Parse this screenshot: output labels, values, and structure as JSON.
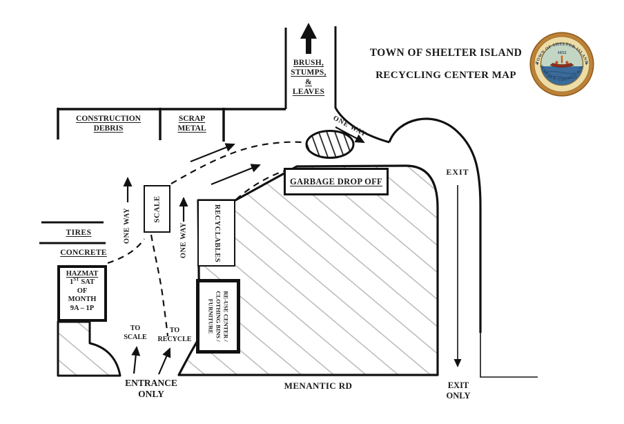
{
  "title": {
    "line1": "TOWN OF SHELTER ISLAND",
    "line2": "RECYCLING CENTER MAP"
  },
  "seal": {
    "ring_text_top": "TOWN OF SHELTER ISLAND",
    "ring_text_bottom": "SUFFOLK COUNTY, N.Y.",
    "year": "1652",
    "colors": {
      "rim": "#bd8138",
      "rim_edge": "#8f5d1e",
      "band": "#ecdca6",
      "sky": "#c3d6c4",
      "water": "#3a6b9a",
      "wave": "#2a4f79",
      "canoe": "#8e2f1f",
      "figures": "#c2541f",
      "text": "#27415f"
    }
  },
  "areas": {
    "brush": {
      "lines": [
        "BRUSH,",
        "STUMPS,",
        "&",
        "LEAVES"
      ]
    },
    "construction": {
      "line1": "CONSTRUCTION",
      "line2": "DEBRIS"
    },
    "scrap": {
      "line1": "SCRAP",
      "line2": "METAL"
    },
    "garbage": {
      "label": "GARBAGE DROP OFF"
    },
    "recyclables": {
      "label": "RECYCLABLES"
    },
    "reuse": {
      "lines": [
        "RE-USE CENTER /",
        "CLOTHING BINS /",
        "FURNITURE"
      ]
    },
    "tires": {
      "label": "TIRES"
    },
    "concrete": {
      "label": "CONCRETE"
    },
    "hazmat": {
      "line1": "HAZMAT",
      "l2num": "1",
      "l2sup": "ST",
      "l2rest": " SAT",
      "line3": "OF",
      "line4": "MONTH",
      "line5": "9A – 1P"
    },
    "scale": {
      "label": "SCALE"
    }
  },
  "signs": {
    "one_way": "ONE WAY",
    "exit": "EXIT",
    "exit_only": {
      "line1": "EXIT",
      "line2": "ONLY"
    },
    "entrance_only": {
      "line1": "ENTRANCE",
      "line2": "ONLY"
    },
    "to_scale": {
      "line1": "TO",
      "line2": "SCALE"
    },
    "to_recycle": {
      "line1": "TO",
      "line2": "RECYCLE"
    },
    "menantic": "MENANTIC RD"
  },
  "colors": {
    "line": "#111111",
    "hatch_gray": "#b3b3b3",
    "hatch_black": "#222222"
  }
}
